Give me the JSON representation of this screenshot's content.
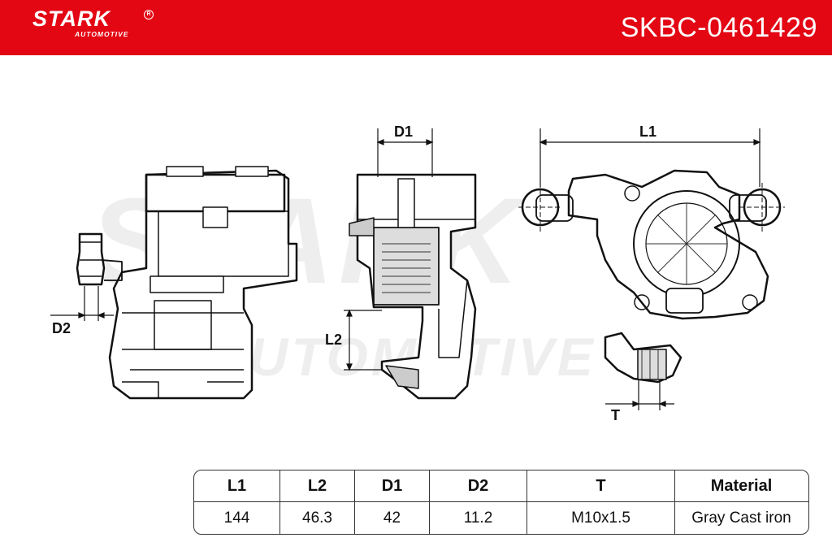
{
  "header": {
    "brand": "STARK",
    "brand_sub": "AUTOMOTIVE",
    "part_number": "SKBC-0461429",
    "brand_color": "#e30613"
  },
  "watermark": {
    "line1": "STARK",
    "line2": "AUTOMOTIVE"
  },
  "dimension_labels": {
    "d1": "D1",
    "d2": "D2",
    "l1": "L1",
    "l2": "L2",
    "t": "T"
  },
  "specs": {
    "headers": [
      "L1",
      "L2",
      "D1",
      "D2",
      "T",
      "Material"
    ],
    "values": [
      "144",
      "46.3",
      "42",
      "11.2",
      "M10x1.5",
      "Gray Cast iron"
    ]
  }
}
